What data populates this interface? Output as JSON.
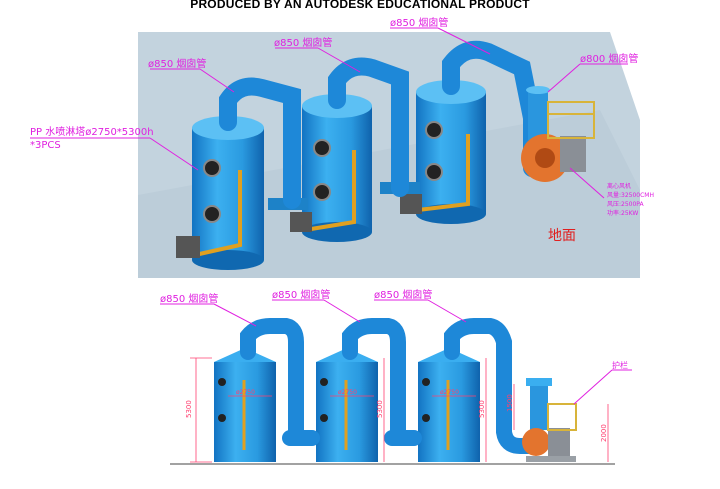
{
  "banner": "PRODUCED BY AN AUTODESK EDUCATIONAL PRODUCT",
  "top_view": {
    "pipe_labels": [
      "ø850 烟囱管",
      "ø850 烟囱管",
      "ø850 烟囱管",
      "ø800 烟囱管"
    ],
    "tower_label_line1": "PP 水喷淋塔ø2750*5300h",
    "tower_label_line2": "*3PCS",
    "fan_spec": [
      "离心风机",
      "风量:32500CMH",
      "风压:2500PA",
      "功率:25KW"
    ],
    "ground_label": "地面"
  },
  "front_view": {
    "pipe_labels": [
      "ø850 烟囱管",
      "ø850 烟囱管",
      "ø850 烟囱管"
    ],
    "guard_label": "护栏",
    "tower_height_dims": [
      "5300",
      "5300",
      "5300"
    ],
    "tower_dia_dims": [
      "ø2750",
      "ø2750",
      "ø2750"
    ],
    "fan_height_dim": "1500",
    "right_height_dim": "2000"
  },
  "colors": {
    "tower": "#2e9fe6",
    "pipe": "#1f8fe0",
    "platform": "#c5d5df",
    "label": "#e020e0",
    "fan": "#e06a2a",
    "dim": "#ff4070"
  }
}
